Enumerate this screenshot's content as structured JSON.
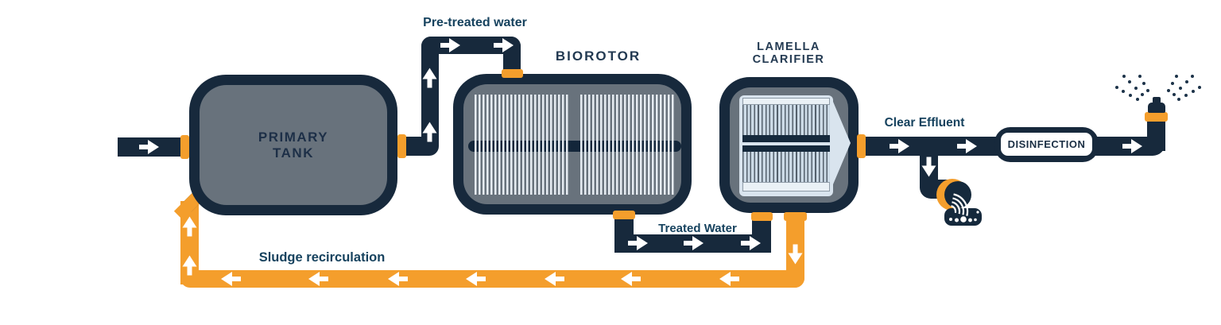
{
  "stages": {
    "primary_tank": {
      "lines": [
        "PRIMARY",
        "TANK"
      ]
    },
    "biorotor": {
      "label": "BIOROTOR"
    },
    "lamella_clarifier": {
      "lines": [
        "LAMELLA",
        "CLARIFIER"
      ]
    },
    "disinfection": {
      "label": "DISINFECTION"
    }
  },
  "flow_labels": {
    "pre_treated_water": "Pre-treated water",
    "treated_water": "Treated Water",
    "clear_effluent": "Clear Effluent",
    "sludge_recirculation": "Sludge recirculation"
  },
  "flow_sequence": [
    "PRIMARY TANK",
    "Pre-treated water",
    "BIOROTOR",
    "Treated Water",
    "LAMELLA CLARIFIER",
    "Clear Effluent",
    "DISINFECTION",
    "Sludge recirculation"
  ],
  "colors": {
    "pipe_navy": "#17293c",
    "accent_orange": "#f49e2c",
    "tank_gray": "#68727c",
    "stripe_light": "#e6ecf2",
    "panel_light": "#d9e4ee",
    "arrow_white": "#ffffff",
    "heading_navy": "#233a52",
    "flow_label_blue": "#16425e"
  },
  "icons": {
    "flow_arrow": "flow-arrow-icon",
    "sprinkler": "sprinkler-icon",
    "outfall": "outfall-splash-icon",
    "connector": "pipe-connector"
  }
}
